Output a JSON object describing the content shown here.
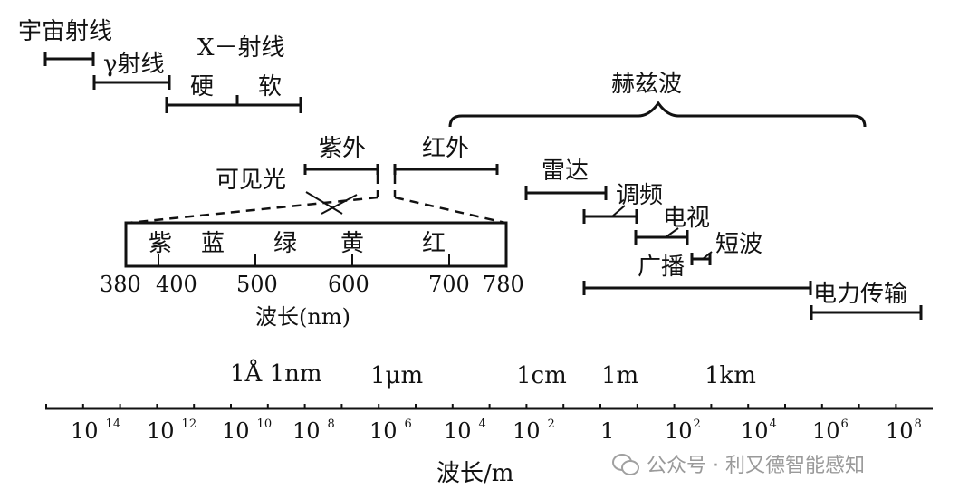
{
  "labels": {
    "cosmic": "宇宙射线",
    "gamma": "γ射线",
    "xray": "X－射线",
    "hard": "硬",
    "soft": "软",
    "hertz": "赫兹波",
    "uv": "紫外",
    "ir": "红外",
    "visible": "可见光",
    "radar": "雷达",
    "fm": "调频",
    "tv": "电视",
    "shortwave": "短波",
    "broadcast": "广播",
    "power": "电力传输"
  },
  "visible_spectrum": {
    "colors": [
      "紫",
      "蓝",
      "绿",
      "黄",
      "红"
    ],
    "ticks": [
      "380",
      "400",
      "500",
      "600",
      "700",
      "780"
    ],
    "axis_label": "波长(nm)"
  },
  "units": {
    "angstrom_nm": "1Å 1nm",
    "um": "1μm",
    "cm": "1cm",
    "m": "1m",
    "km": "1km"
  },
  "main_axis": {
    "ticks": [
      {
        "base": "10",
        "exp": "14"
      },
      {
        "base": "10",
        "exp": "12"
      },
      {
        "base": "10",
        "exp": "10"
      },
      {
        "base": "10",
        "exp": "8"
      },
      {
        "base": "10",
        "exp": "6"
      },
      {
        "base": "10",
        "exp": "4"
      },
      {
        "base": "10",
        "exp": "2"
      },
      {
        "base": "1",
        "exp": ""
      },
      {
        "base": "10",
        "exp": "2"
      },
      {
        "base": "10",
        "exp": "4"
      },
      {
        "base": "10",
        "exp": "6"
      },
      {
        "base": "10",
        "exp": "8"
      }
    ],
    "axis_label": "波长/m"
  },
  "watermark": {
    "text": "公众号 · 利又德智能感知"
  }
}
